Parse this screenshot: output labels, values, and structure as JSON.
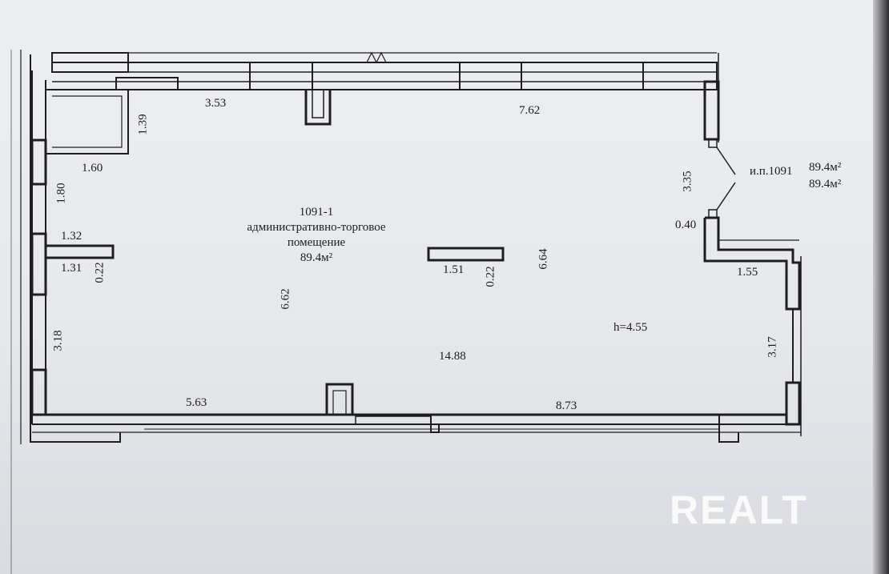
{
  "room": {
    "id": "1091-1",
    "name_line1": "административно-торговое",
    "name_line2": "помещение",
    "area": "89.4м²"
  },
  "unit": {
    "label": "и.п.1091",
    "area_1": "89.4м²",
    "area_2": "89.4м²"
  },
  "height": "h=4.55",
  "dimensions": {
    "top_left": "3.53",
    "top_right": "7.62",
    "niche_height": "1.39",
    "niche_width": "1.60",
    "left_upper": "1.80",
    "partition_top": "1.32",
    "partition_bottom": "1.31",
    "partition_thickness": "0.22",
    "room_depth": "6.62",
    "column_width": "1.51",
    "column_thickness": "0.22",
    "right_depth": "6.64",
    "door_gap": "3.35",
    "step_depth": "0.40",
    "step_width": "1.55",
    "left_lower": "3.18",
    "right_lower": "3.17",
    "total_length": "14.88",
    "bottom_left": "5.63",
    "bottom_right": "8.73"
  },
  "watermark": "REALT"
}
